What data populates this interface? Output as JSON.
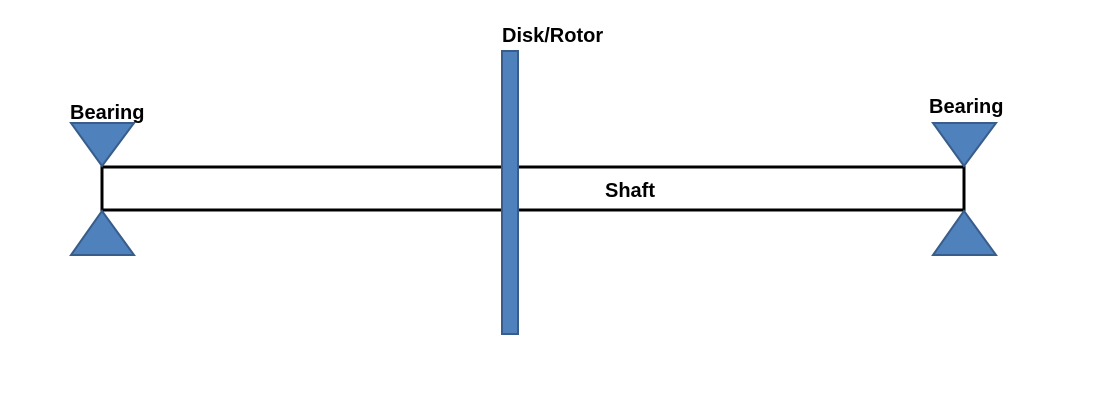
{
  "diagram": {
    "labels": {
      "disk": "Disk/Rotor",
      "shaft": "Shaft",
      "bearing_left": "Bearing",
      "bearing_right": "Bearing"
    },
    "colors": {
      "component_fill": "#4F81BD",
      "component_stroke": "#385D8A",
      "shaft_stroke": "#000000",
      "shaft_fill": "#FFFFFF"
    }
  }
}
